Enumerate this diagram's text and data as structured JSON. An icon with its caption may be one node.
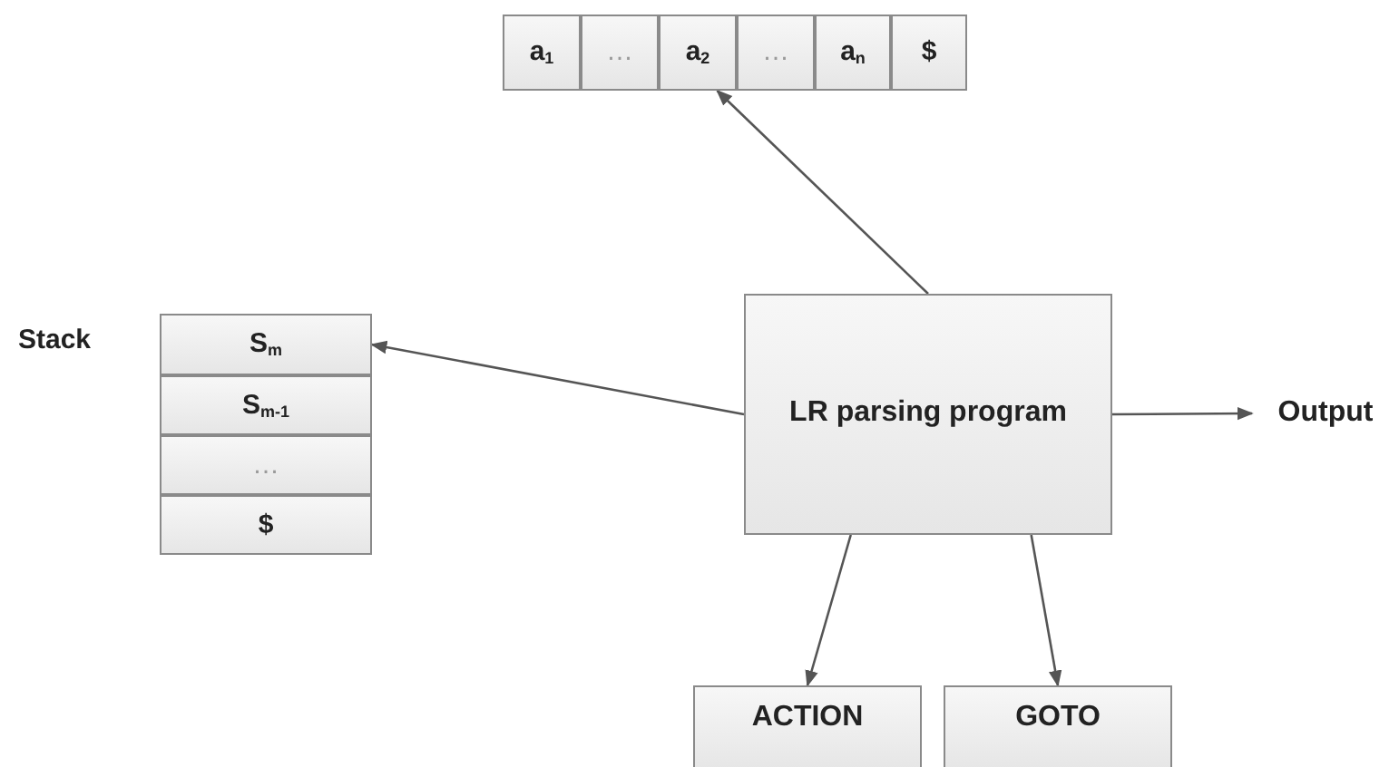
{
  "diagram": {
    "nodes": [
      {
        "text": [
          "a$_{1}$"
        ]
      },
      {
        "text": [
          "…"
        ]
      },
      {
        "text": [
          "a$_{2}$"
        ]
      },
      {
        "text": [
          "…"
        ]
      },
      {
        "text": [
          "a$_{n}$"
        ]
      },
      {
        "text": [
          "$"
        ]
      },
      {
        "text": [
          "S$_{m}$"
        ]
      },
      {
        "text": [
          "S$_{m-1}$"
        ]
      },
      {
        "text": [
          "…"
        ]
      },
      {
        "text": [
          "$"
        ]
      },
      {
        "text": [
          "LR parsing program"
        ]
      },
      {
        "text": [
          "Output"
        ]
      },
      {
        "text": [
          "ACTION"
        ]
      },
      {
        "text": [
          "GOTO"
        ]
      }
    ],
    "edges": [
      {
        "from": 10,
        "to": 2,
        "arrow": "to"
      },
      {
        "from": 10,
        "to": 6,
        "arrow": "to"
      },
      {
        "from": 10,
        "to": 11,
        "arrow": "to"
      },
      {
        "from": 10,
        "to": 12,
        "arrow": "to"
      },
      {
        "from": 10,
        "to": 13,
        "arrow": "to"
      }
    ],
    "labels": [
      "Stack"
    ]
  }
}
